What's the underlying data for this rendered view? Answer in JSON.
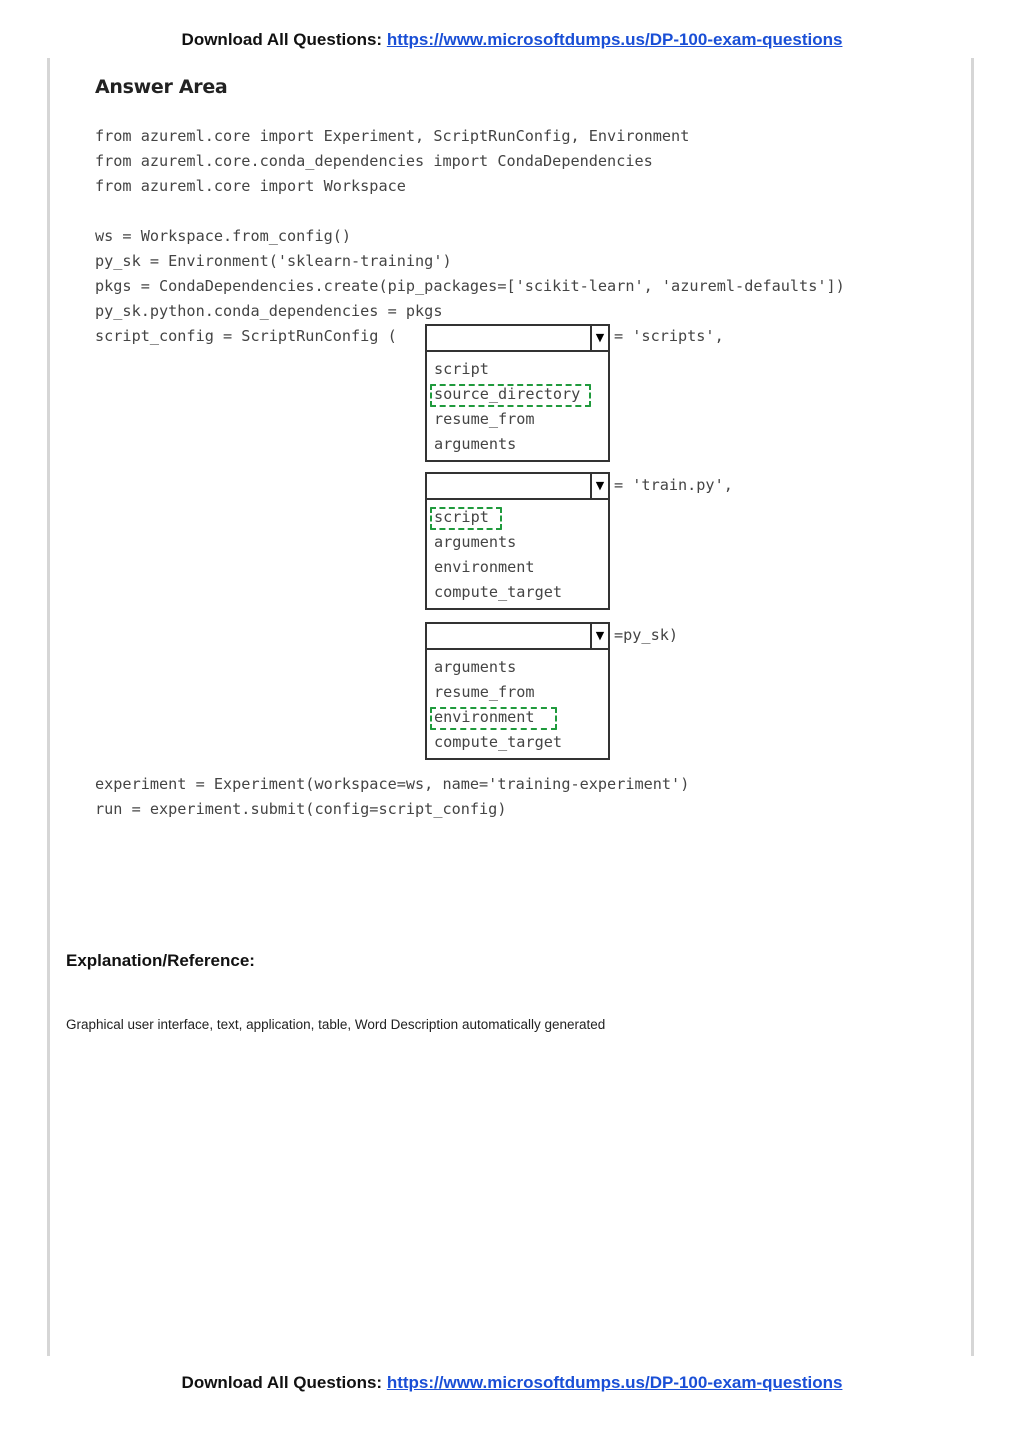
{
  "header": {
    "prefix": "Download All Questions:",
    "link": "https://www.microsoftdumps.us/DP-100-exam-questions"
  },
  "footer": {
    "prefix": "Download All Questions:",
    "link": "https://www.microsoftdumps.us/DP-100-exam-questions"
  },
  "answer_area": {
    "title": "Answer Area",
    "code_top": [
      "from azureml.core import Experiment, ScriptRunConfig, Environment",
      "from azureml.core.conda_dependencies import CondaDependencies",
      "from azureml.core import Workspace",
      "",
      "ws = Workspace.from_config()",
      "py_sk = Environment('sklearn-training')",
      "pkgs = CondaDependencies.create(pip_packages=['scikit-learn', 'azureml-defaults'])",
      "py_sk.python.conda_dependencies = pkgs",
      "script_config = ScriptRunConfig ("
    ],
    "dropdowns": [
      {
        "suffix": "= 'scripts',",
        "options": [
          "script",
          "source_directory",
          "resume_from",
          "arguments"
        ],
        "selected_index": 1
      },
      {
        "suffix": "= 'train.py',",
        "options": [
          "script",
          "arguments",
          "environment",
          "compute_target"
        ],
        "selected_index": 0
      },
      {
        "suffix": "=py_sk)",
        "options": [
          "arguments",
          "resume_from",
          "environment",
          "compute_target"
        ],
        "selected_index": 2
      }
    ],
    "code_bottom": [
      "experiment = Experiment(workspace=ws, name='training-experiment')",
      "run = experiment.submit(config=script_config)"
    ],
    "selection_color": "#1f9a3c"
  },
  "explanation": {
    "heading": "Explanation/Reference:",
    "text": "Graphical user interface, text, application, table, Word Description automatically generated"
  }
}
